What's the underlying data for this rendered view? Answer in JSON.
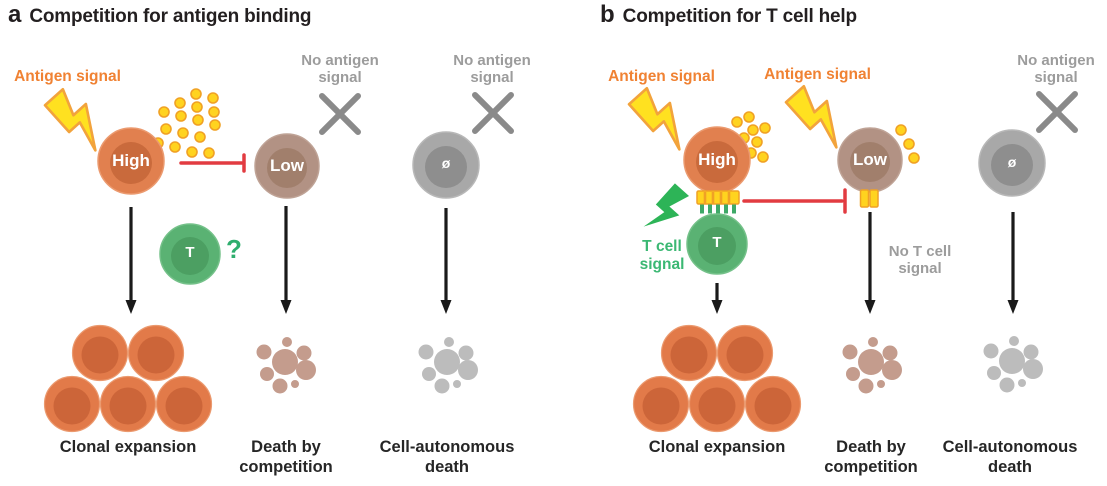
{
  "colors": {
    "cell_orange_outer": "#e1804f",
    "cell_orange_inner": "#c96a3c",
    "cell_tan_outer": "#b29284",
    "cell_tan_inner": "#a17f6c",
    "cell_gray_outer": "#a8a8a8",
    "cell_gray_inner": "#8e8e8e",
    "cell_green_outer": "#5ab273",
    "cell_green_inner": "#4c9f62",
    "antigen_dot_fill": "#ffd31f",
    "antigen_dot_stroke": "#f0a125",
    "lightning_yellow": "#ffe120",
    "lightning_green": "#2db457",
    "inhibition_red": "#e23b41",
    "arrow_black": "#1a1a1a",
    "x_mark_gray": "#8a8a8a",
    "apoptotic_brown": "#c49c8d",
    "apoptotic_gray": "#bcbcbc",
    "orange_text": "#f08233",
    "gray_text": "#9c9c9c",
    "green_text": "#3bb873"
  },
  "panel_a": {
    "title_letter": "a",
    "title": "Competition for antigen binding",
    "antigen_signal": "Antigen signal",
    "no_antigen_signal_low": "No antigen signal",
    "no_antigen_signal_null": "No antigen signal",
    "high_label": "High",
    "low_label": "Low",
    "null_label": "ø",
    "t_label": "T",
    "question_mark": "?",
    "outcome_clonal": "Clonal expansion",
    "outcome_death": "Death by competition",
    "outcome_autonomous": "Cell-autonomous death"
  },
  "panel_b": {
    "title_letter": "b",
    "title": "Competition for T cell help",
    "antigen_signal_high": "Antigen signal",
    "antigen_signal_low": "Antigen signal",
    "no_antigen_signal": "No antigen signal",
    "t_cell_signal": "T cell signal",
    "no_t_cell_signal": "No T cell signal",
    "high_label": "High",
    "low_label": "Low",
    "null_label": "ø",
    "t_label": "T",
    "outcome_clonal": "Clonal expansion",
    "outcome_death": "Death by competition",
    "outcome_autonomous": "Cell-autonomous death"
  }
}
